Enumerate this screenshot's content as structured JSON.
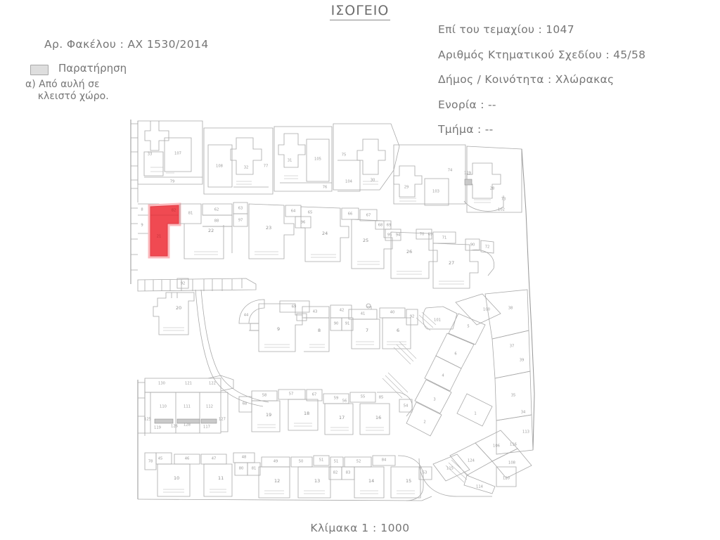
{
  "document": {
    "title": "ΙΣΟΓΕΙΟ",
    "scale": "Κλίμακα  1 : 1000"
  },
  "header": {
    "file_number_label": "Αρ. Φακέλου :",
    "file_number_value": "ΑΧ 1530/2014",
    "file_number_full": "Αρ. Φακέλου :  ΑΧ 1530/2014",
    "fields": [
      {
        "label": "Επί του τεμαχίου",
        "value": "1047",
        "text": "Επί του τεμαχίου :  1047"
      },
      {
        "label": "Αριθμός Κτηματικού Σχεδίου",
        "value": "45/58",
        "text": "Αριθμός Κτηματικού Σχεδίου :  45/58"
      },
      {
        "label": "Δήμος / Κοινότητα",
        "value": "Χλώρακας",
        "text": "Δήμος / Κοινότητα :  Χλώρακας"
      },
      {
        "label": "Ενορία",
        "value": "--",
        "text": "Ενορία  :  --"
      },
      {
        "label": "Τμήμα",
        "value": "--",
        "text": "Τμήμα   :  --"
      }
    ]
  },
  "legend": {
    "swatch_icon": "filled-rectangle-swatch",
    "swatch_color": "#dedede",
    "label": "Παρατήρηση",
    "note": "α) Από αυλή σε\n    κλειστό χώρο."
  },
  "highlight": {
    "unit": "21",
    "fill_color": "#f04a52",
    "halo_color": "#fbb9bd",
    "description": "highlighted unit 21 top-left block"
  },
  "chart_data": {
    "type": "table",
    "title": "ΙΣΟΓΕΙΟ",
    "note": "Cadastral ground-floor site plan; numbers are unit / parcel identifiers printed on the drawing.",
    "unit_labels": [
      "33",
      "107",
      "79",
      "108",
      "32",
      "77",
      "31",
      "105",
      "76",
      "75",
      "104",
      "30",
      "74",
      "129",
      "103",
      "28",
      "73",
      "102",
      "29",
      "8",
      "9",
      "82",
      "81",
      "62",
      "63",
      "97",
      "64",
      "65",
      "98",
      "66",
      "67",
      "68",
      "69",
      "70",
      "71",
      "90",
      "72",
      "21",
      "22",
      "23",
      "24",
      "25",
      "26",
      "27",
      "92",
      "20",
      "44",
      "89",
      "43",
      "42",
      "90",
      "91",
      "41",
      "40",
      "92",
      "101",
      "6",
      "5",
      "4",
      "3",
      "2",
      "1",
      "9",
      "8",
      "7",
      "6",
      "130",
      "121",
      "122",
      "110",
      "111",
      "112",
      "125",
      "126",
      "128",
      "127",
      "117",
      "119",
      "68",
      "58",
      "57",
      "67",
      "19",
      "18",
      "45",
      "78",
      "46",
      "47",
      "48",
      "80",
      "81",
      "49",
      "50",
      "51",
      "10",
      "11",
      "12",
      "13",
      "82",
      "83",
      "52",
      "84",
      "53",
      "14",
      "15",
      "54",
      "59",
      "55",
      "56",
      "17",
      "16",
      "124",
      "106",
      "108",
      "115",
      "114",
      "120",
      "116",
      "113",
      "118",
      "38",
      "37",
      "39",
      "35",
      "34",
      "36"
    ]
  }
}
